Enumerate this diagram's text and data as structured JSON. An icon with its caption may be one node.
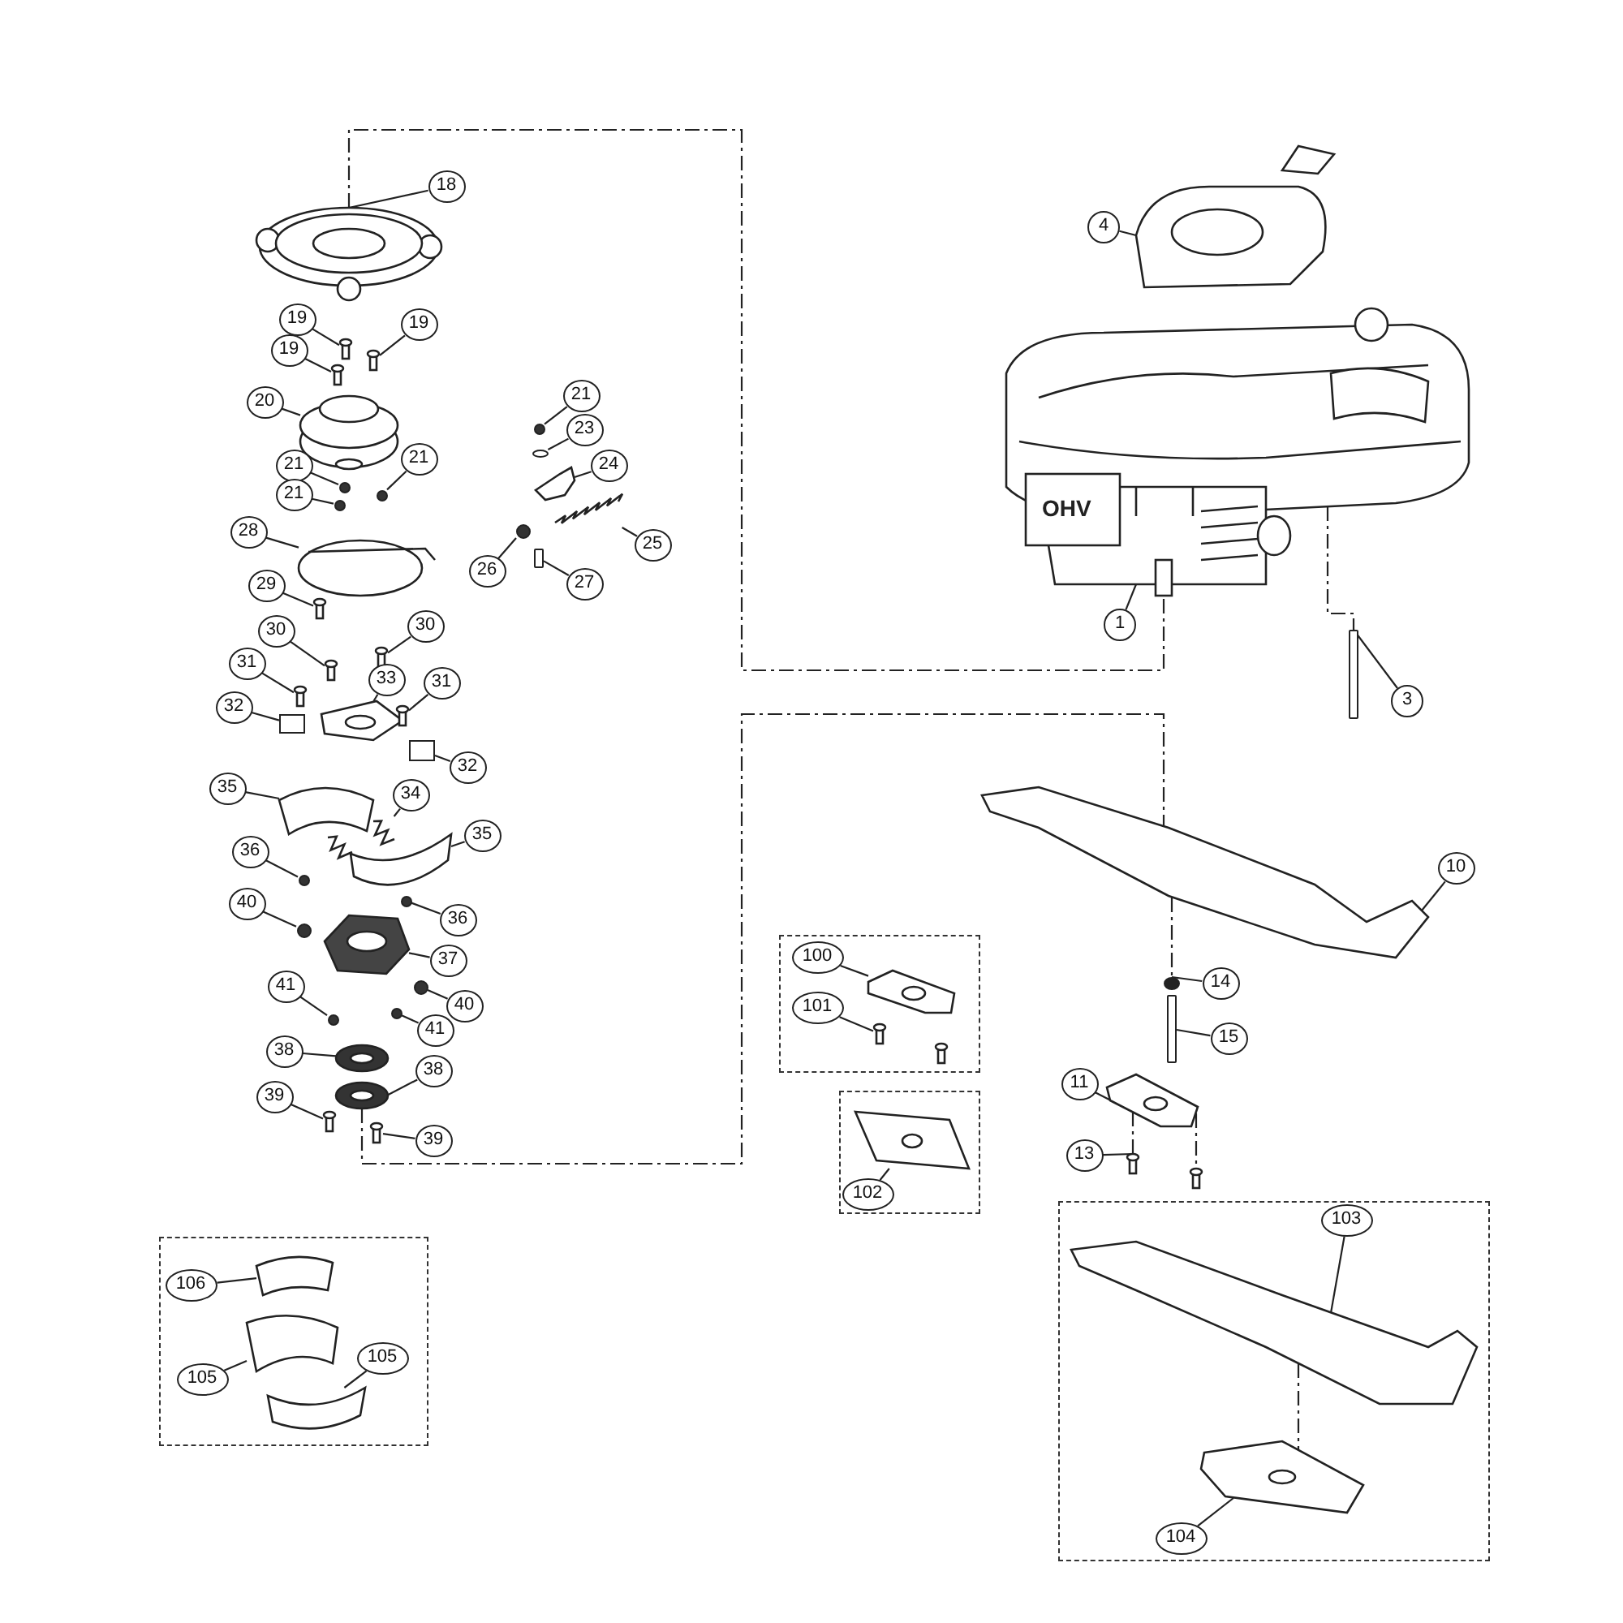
{
  "diagram": {
    "nodes": [
      {
        "text": [
          "18"
        ]
      },
      {
        "text": [
          "19"
        ]
      },
      {
        "text": [
          "19"
        ]
      },
      {
        "text": [
          "19"
        ]
      },
      {
        "text": [
          "20"
        ]
      },
      {
        "text": [
          "21"
        ]
      },
      {
        "text": [
          "23"
        ]
      },
      {
        "text": [
          "21"
        ]
      },
      {
        "text": [
          "21"
        ]
      },
      {
        "text": [
          "24"
        ]
      },
      {
        "text": [
          "21"
        ]
      },
      {
        "text": [
          "28"
        ]
      },
      {
        "text": [
          "25"
        ]
      },
      {
        "text": [
          "26"
        ]
      },
      {
        "text": [
          "27"
        ]
      },
      {
        "text": [
          "29"
        ]
      },
      {
        "text": [
          "30"
        ]
      },
      {
        "text": [
          "30"
        ]
      },
      {
        "text": [
          "31"
        ]
      },
      {
        "text": [
          "33"
        ]
      },
      {
        "text": [
          "31"
        ]
      },
      {
        "text": [
          "32"
        ]
      },
      {
        "text": [
          "32"
        ]
      },
      {
        "text": [
          "35"
        ]
      },
      {
        "text": [
          "34"
        ]
      },
      {
        "text": [
          "35"
        ]
      },
      {
        "text": [
          "36"
        ]
      },
      {
        "text": [
          "40"
        ]
      },
      {
        "text": [
          "36"
        ]
      },
      {
        "text": [
          "37"
        ]
      },
      {
        "text": [
          "41"
        ]
      },
      {
        "text": [
          "40"
        ]
      },
      {
        "text": [
          "41"
        ]
      },
      {
        "text": [
          "38"
        ]
      },
      {
        "text": [
          "38"
        ]
      },
      {
        "text": [
          "39"
        ]
      },
      {
        "text": [
          "39"
        ]
      },
      {
        "text": [
          "4"
        ]
      },
      {
        "text": [
          "1"
        ]
      },
      {
        "text": [
          "3"
        ]
      },
      {
        "text": [
          "10"
        ]
      },
      {
        "text": [],
        "shape": "box"
      },
      {
        "text": [
          "100"
        ],
        "in": 41
      },
      {
        "text": [
          "101"
        ],
        "in": 41
      },
      {
        "text": [
          "14"
        ]
      },
      {
        "text": [
          "11"
        ]
      },
      {
        "text": [
          "15"
        ]
      },
      {
        "text": [
          "13"
        ]
      },
      {
        "text": [],
        "shape": "box"
      },
      {
        "text": [
          "102"
        ],
        "in": 48
      },
      {
        "text": [],
        "shape": "box"
      },
      {
        "text": [
          "103"
        ],
        "in": 50
      },
      {
        "text": [
          "104"
        ],
        "in": 50
      },
      {
        "text": [],
        "shape": "box"
      },
      {
        "text": [
          "106"
        ],
        "in": 53
      },
      {
        "text": [
          "105"
        ],
        "in": 53
      },
      {
        "text": [
          "105"
        ],
        "in": 53
      },
      {
        "text": [],
        "shape": "picture"
      },
      {
        "text": [],
        "shape": "picture"
      },
      {
        "text": [],
        "shape": "picture"
      },
      {
        "text": [],
        "shape": "picture"
      },
      {
        "text": [],
        "shape": "picture"
      },
      {
        "text": [],
        "shape": "circle"
      },
      {
        "text": [],
        "shape": "circle"
      },
      {
        "text": [],
        "shape": "circle"
      },
      {
        "text": [],
        "shape": "circle"
      },
      {
        "text": [],
        "shape": "picture"
      },
      {
        "text": [],
        "shape": "circle"
      },
      {
        "text": [],
        "shape": "picture"
      },
      {
        "text": [],
        "shape": "picture"
      },
      {
        "text": [],
        "shape": "circle"
      },
      {
        "text": [],
        "shape": "bar"
      },
      {
        "text": [],
        "shape": "picture"
      },
      {
        "text": [],
        "shape": "picture"
      },
      {
        "text": [],
        "shape": "picture"
      },
      {
        "text": [],
        "shape": "picture"
      },
      {
        "text": [],
        "shape": "picture"
      },
      {
        "text": [],
        "shape": "picture"
      },
      {
        "text": [],
        "shape": "box"
      },
      {
        "text": [],
        "shape": "box"
      },
      {
        "text": [],
        "shape": "picture"
      },
      {
        "text": [],
        "shape": "picture"
      },
      {
        "text": [],
        "shape": "picture"
      },
      {
        "text": [],
        "shape": "circle"
      },
      {
        "text": [],
        "shape": "circle"
      },
      {
        "text": [],
        "shape": "circle"
      },
      {
        "text": [],
        "shape": "picture"
      },
      {
        "text": [],
        "shape": "circle"
      },
      {
        "text": [],
        "shape": "circle"
      },
      {
        "text": [],
        "shape": "circle"
      },
      {
        "text": [],
        "shape": "picture"
      },
      {
        "text": [],
        "shape": "picture"
      },
      {
        "text": [],
        "shape": "picture"
      },
      {
        "text": [],
        "shape": "picture"
      },
      {
        "text": [],
        "shape": "picture"
      },
      {
        "text": [],
        "shape": "picture"
      },
      {
        "text": [],
        "shape": "bar"
      },
      {
        "text": [],
        "shape": "picture"
      },
      {
        "text": [],
        "shape": "picture",
        "in": 41
      },
      {
        "text": [],
        "shape": "picture",
        "in": 41
      },
      {
        "text": [],
        "shape": "circle"
      },
      {
        "text": [],
        "shape": "picture"
      },
      {
        "text": [],
        "shape": "bar"
      },
      {
        "text": [],
        "shape": "picture"
      },
      {
        "text": [],
        "shape": "picture",
        "in": 48
      },
      {
        "text": [],
        "shape": "picture",
        "in": 50
      },
      {
        "text": [],
        "shape": "picture",
        "in": 50
      },
      {
        "text": [],
        "shape": "picture",
        "in": 53
      },
      {
        "text": [],
        "shape": "picture",
        "in": 53
      },
      {
        "text": [],
        "shape": "picture",
        "in": 53
      },
      {
        "text": [],
        "shape": "picture"
      }
    ],
    "edges": [
      {
        "from": 0,
        "to": 57,
        "arrow": "none"
      },
      {
        "from": 1,
        "to": 58,
        "arrow": "none"
      },
      {
        "from": 2,
        "to": 59,
        "arrow": "none"
      },
      {
        "from": 3,
        "to": 60,
        "arrow": "none"
      },
      {
        "from": 4,
        "to": 61,
        "arrow": "none"
      },
      {
        "from": 5,
        "to": 62,
        "arrow": "none"
      },
      {
        "from": 6,
        "to": 63,
        "arrow": "none"
      },
      {
        "from": 7,
        "to": 64,
        "arrow": "none"
      },
      {
        "from": 8,
        "to": 65,
        "arrow": "none"
      },
      {
        "from": 9,
        "to": 66,
        "arrow": "none"
      },
      {
        "from": 10,
        "to": 67,
        "arrow": "none"
      },
      {
        "from": 11,
        "to": 68,
        "arrow": "none"
      },
      {
        "from": 12,
        "to": 69,
        "arrow": "none"
      },
      {
        "from": 13,
        "to": 70,
        "arrow": "none"
      },
      {
        "from": 14,
        "to": 71,
        "arrow": "none"
      },
      {
        "from": 15,
        "to": 72,
        "arrow": "none"
      },
      {
        "from": 16,
        "to": 73,
        "arrow": "none"
      },
      {
        "from": 17,
        "to": 74,
        "arrow": "none"
      },
      {
        "from": 18,
        "to": 75,
        "arrow": "none"
      },
      {
        "from": 19,
        "to": 76,
        "arrow": "none"
      },
      {
        "from": 20,
        "to": 77,
        "arrow": "none"
      },
      {
        "from": 21,
        "to": 78,
        "arrow": "none"
      },
      {
        "from": 22,
        "to": 79,
        "arrow": "none"
      },
      {
        "from": 23,
        "to": 80,
        "arrow": "none"
      },
      {
        "from": 24,
        "to": 81,
        "arrow": "none"
      },
      {
        "from": 25,
        "to": 82,
        "arrow": "none"
      },
      {
        "from": 26,
        "to": 83,
        "arrow": "none"
      },
      {
        "from": 27,
        "to": 84,
        "arrow": "none"
      },
      {
        "from": 28,
        "to": 85,
        "arrow": "none"
      },
      {
        "from": 29,
        "to": 86,
        "arrow": "none"
      },
      {
        "from": 30,
        "to": 87,
        "arrow": "none"
      },
      {
        "from": 31,
        "to": 88,
        "arrow": "none"
      },
      {
        "from": 32,
        "to": 89,
        "arrow": "none"
      },
      {
        "from": 33,
        "to": 90,
        "arrow": "none"
      },
      {
        "from": 34,
        "to": 91,
        "arrow": "none"
      },
      {
        "from": 35,
        "to": 92,
        "arrow": "none"
      },
      {
        "from": 36,
        "to": 93,
        "arrow": "none"
      },
      {
        "from": 37,
        "to": 94,
        "arrow": "none"
      },
      {
        "from": 38,
        "to": 95,
        "arrow": "none"
      },
      {
        "from": 39,
        "to": 96,
        "arrow": "none"
      },
      {
        "from": 40,
        "to": 97,
        "arrow": "none"
      },
      {
        "from": 42,
        "to": 98,
        "arrow": "none"
      },
      {
        "from": 43,
        "to": 99,
        "arrow": "none"
      },
      {
        "from": 44,
        "to": 100,
        "arrow": "none"
      },
      {
        "from": 45,
        "to": 101,
        "arrow": "none"
      },
      {
        "from": 46,
        "to": 102,
        "arrow": "none"
      },
      {
        "from": 47,
        "to": 103,
        "arrow": "none"
      },
      {
        "from": 49,
        "to": 104,
        "arrow": "none"
      },
      {
        "from": 51,
        "to": 105,
        "arrow": "none"
      },
      {
        "from": 52,
        "to": 106,
        "arrow": "none"
      },
      {
        "from": 54,
        "to": 107,
        "arrow": "none"
      },
      {
        "from": 55,
        "to": 108,
        "arrow": "none"
      },
      {
        "from": 56,
        "to": 109,
        "arrow": "none"
      },
      {
        "from": 57,
        "to": 95,
        "arrow": "none",
        "style": "dashed"
      },
      {
        "from": 91,
        "to": 97,
        "arrow": "none",
        "style": "dashed"
      },
      {
        "from": 95,
        "to": 96,
        "arrow": "none",
        "style": "dashed"
      },
      {
        "from": 97,
        "to": 100,
        "arrow": "none",
        "style": "dashed"
      },
      {
        "from": 101,
        "to": 103,
        "arrow": "none",
        "style": "dashed"
      },
      {
        "from": 101,
        "to": 110,
        "arrow": "none",
        "style": "dashed"
      },
      {
        "from": 105,
        "to": 106,
        "arrow": "none",
        "style": "dashed"
      }
    ],
    "labels": [
      "OHV"
    ]
  }
}
